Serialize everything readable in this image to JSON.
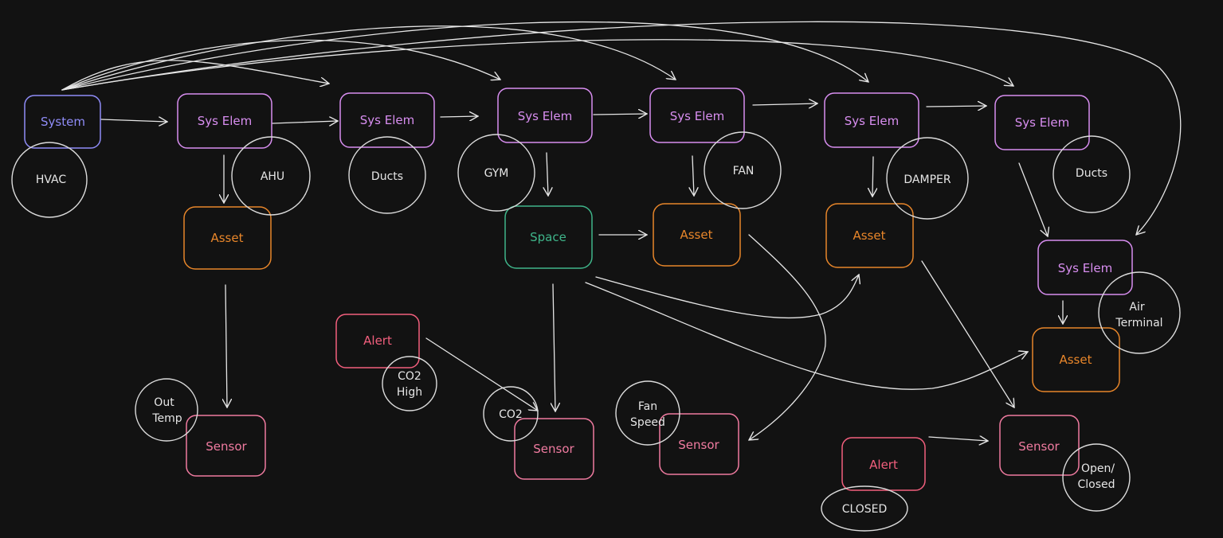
{
  "colors": {
    "background": "#121212",
    "system": "#8f8cf7",
    "sys_elem": "#d88ef0",
    "asset": "#e8862a",
    "space": "#3fb58a",
    "sensor": "#f07ba0",
    "alert": "#f25f7d",
    "circle": "#dcdcdc",
    "arrow": "#e6e6e6"
  },
  "nodes": {
    "system": "System",
    "se1": "Sys Elem",
    "se2": "Sys Elem",
    "se3": "Sys Elem",
    "se4": "Sys Elem",
    "se5": "Sys Elem",
    "se6": "Sys Elem",
    "se7": "Sys Elem",
    "asset1": "Asset",
    "space": "Space",
    "asset2": "Asset",
    "asset3": "Asset",
    "asset4": "Asset",
    "alert1": "Alert",
    "alert2": "Alert",
    "sensor1": "Sensor",
    "sensor2": "Sensor",
    "sensor3": "Sensor",
    "sensor4": "Sensor"
  },
  "tags": {
    "hvac": "HVAC",
    "ahu": "AHU",
    "ducts1": "Ducts",
    "gym": "GYM",
    "fan": "FAN",
    "damper": "DAMPER",
    "ducts2": "Ducts",
    "air_terminal_1": "Air",
    "air_terminal_2": "Terminal",
    "co2_high_1": "CO2",
    "co2_high_2": "High",
    "co2": "CO2",
    "out_temp_1": "Out",
    "out_temp_2": "Temp",
    "fan_speed_1": "Fan",
    "fan_speed_2": "Speed",
    "closed": "CLOSED",
    "open_closed_1": "Open/",
    "open_closed_2": "Closed"
  }
}
